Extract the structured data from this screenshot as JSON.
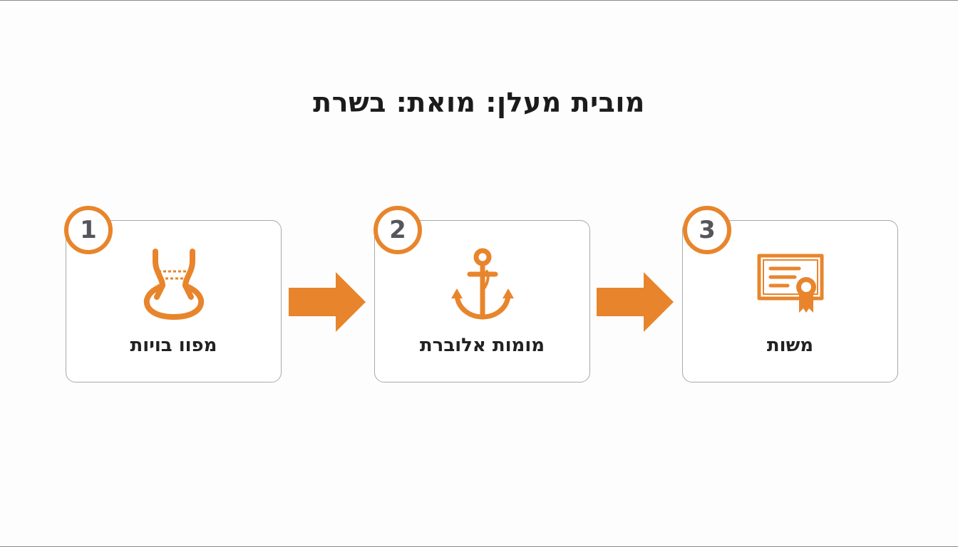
{
  "title": "מובית מעלן: מואת: בשרת",
  "colors": {
    "accent": "#e8852c",
    "badge_text": "#55565b",
    "card_border": "#a9a9a9"
  },
  "steps": [
    {
      "number": "1",
      "label": "מפוו בויות",
      "icon": "safety-harness-icon"
    },
    {
      "number": "2",
      "label": "מומות אלוברת",
      "icon": "anchor-icon"
    },
    {
      "number": "3",
      "label": "משות",
      "icon": "certificate-icon"
    }
  ],
  "connectors": [
    "arrow-right-icon",
    "arrow-right-icon"
  ]
}
